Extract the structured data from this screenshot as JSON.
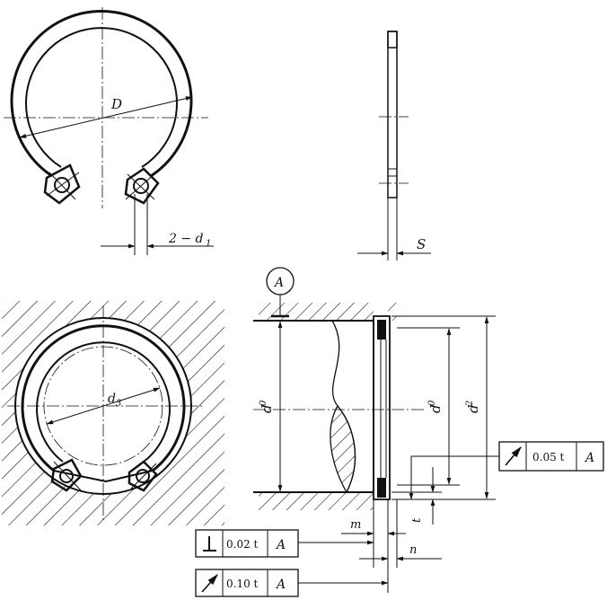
{
  "labels": {
    "D": "D",
    "d1": "2 − d",
    "d1_sub": "1",
    "S": "S",
    "d3": "d",
    "d3_sub": "3",
    "datum": "A",
    "d0_left": "d",
    "d0_left_sub": "0",
    "d0_right": "d",
    "d0_right_sub": "0",
    "d2": "d",
    "d2_sub": "2",
    "m": "m",
    "n": "n",
    "t": "t"
  },
  "tolerance_frames": [
    {
      "symbol": "circular-runout",
      "value": "0.05 t",
      "datum": "A"
    },
    {
      "symbol": "perpendicularity",
      "value": "0.02 t",
      "datum": "A"
    },
    {
      "symbol": "circular-runout",
      "value": "0.10 t",
      "datum": "A"
    }
  ]
}
